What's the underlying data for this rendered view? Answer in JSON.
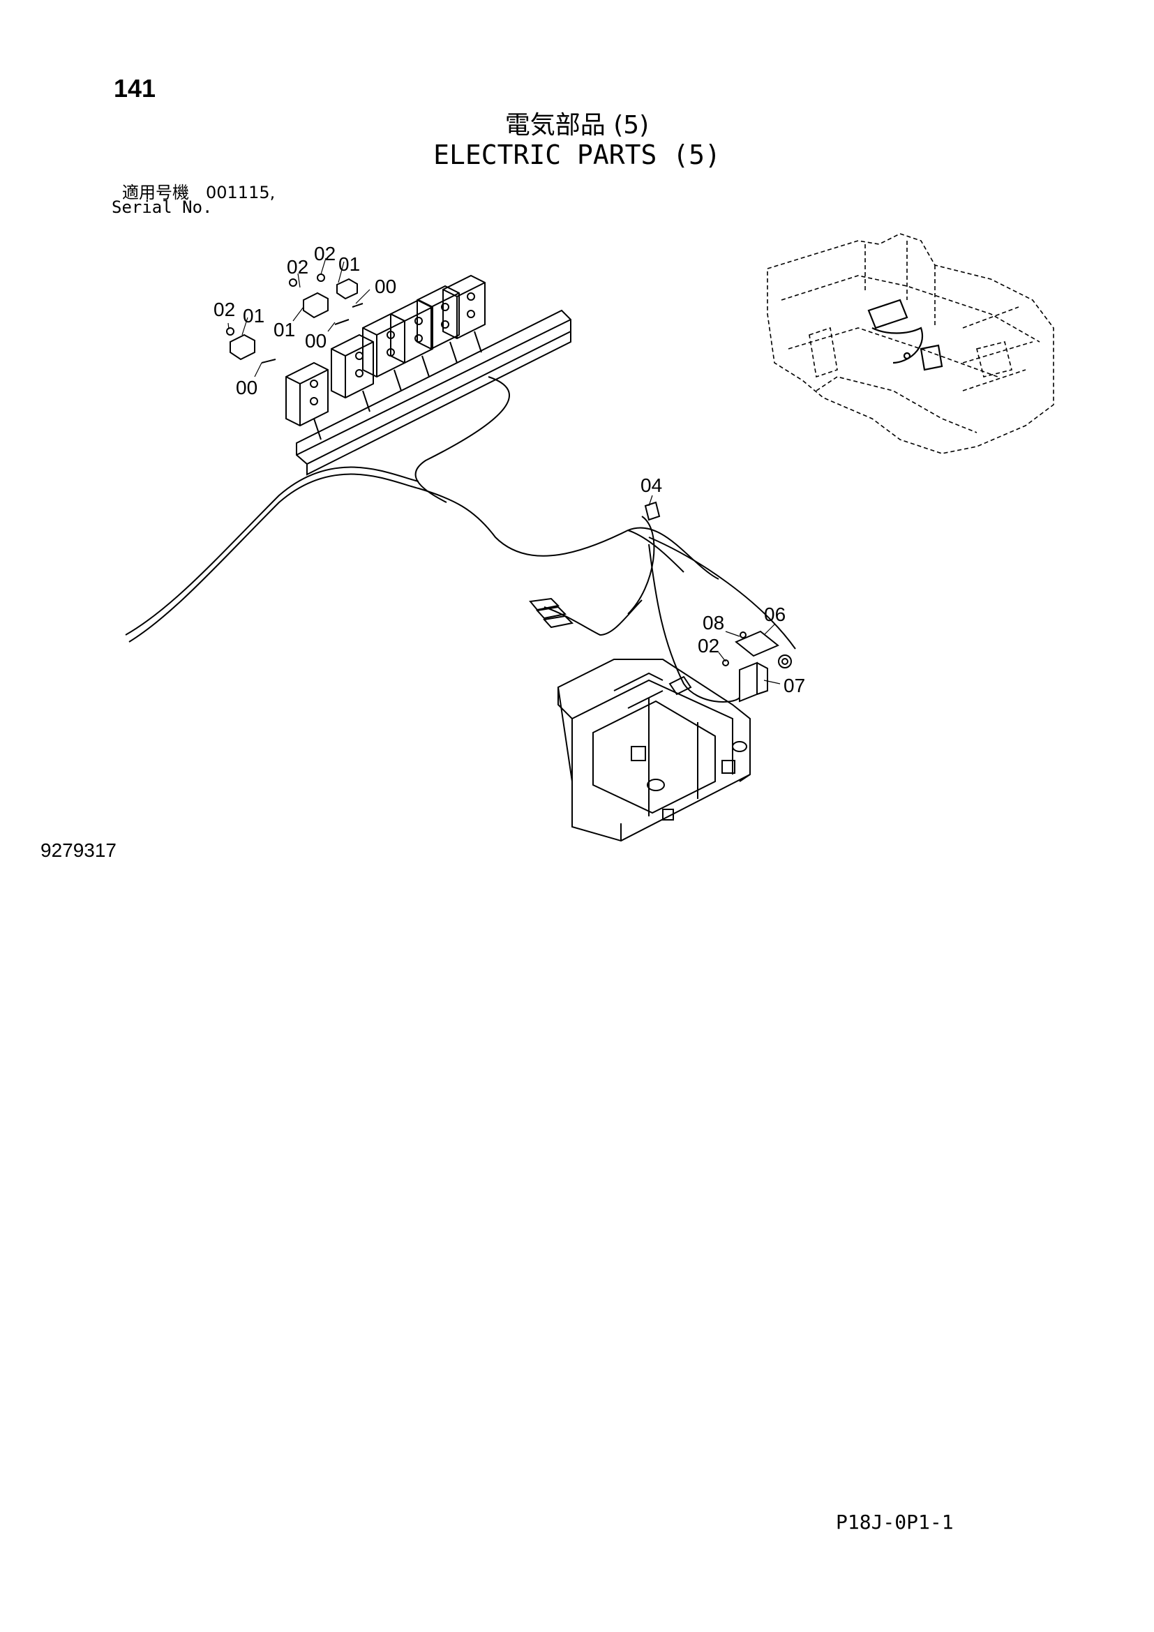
{
  "header": {
    "page_number": "141",
    "title_jp": "電気部品 (5)",
    "title_en": "ELECTRIC PARTS (5)",
    "serial_label_jp": "適用号機　001115,",
    "serial_label_en": "Serial No."
  },
  "diagram": {
    "callouts": [
      "02",
      "02",
      "01",
      "00",
      "02",
      "01",
      "01",
      "00",
      "00",
      "04",
      "08",
      "06",
      "02",
      "07"
    ]
  },
  "footer": {
    "drawing_number": "9279317",
    "page_code": "P18J-0P1-1"
  }
}
